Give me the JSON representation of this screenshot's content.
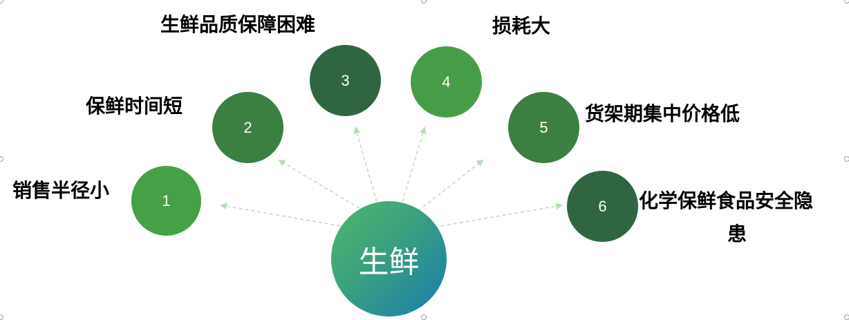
{
  "center": {
    "text": "生鲜",
    "color_from": "#4fb86a",
    "color_to": "#1a7bae"
  },
  "nodes": [
    {
      "number": "1",
      "label": "销售半径小",
      "color": "#46a045"
    },
    {
      "number": "2",
      "label": "保鲜时间短",
      "color": "#3b7f41"
    },
    {
      "number": "3",
      "label": "生鲜品质保障困难",
      "color": "#2f6641"
    },
    {
      "number": "4",
      "label": "损耗大",
      "color": "#479d47"
    },
    {
      "number": "5",
      "label": "货架期集中价格低",
      "color": "#3b7f41"
    },
    {
      "number": "6",
      "label_line1": "化学保鲜食品安全隐",
      "label_line2": "患",
      "color": "#2f6641"
    }
  ],
  "arrow_color": "#b9dcb5"
}
